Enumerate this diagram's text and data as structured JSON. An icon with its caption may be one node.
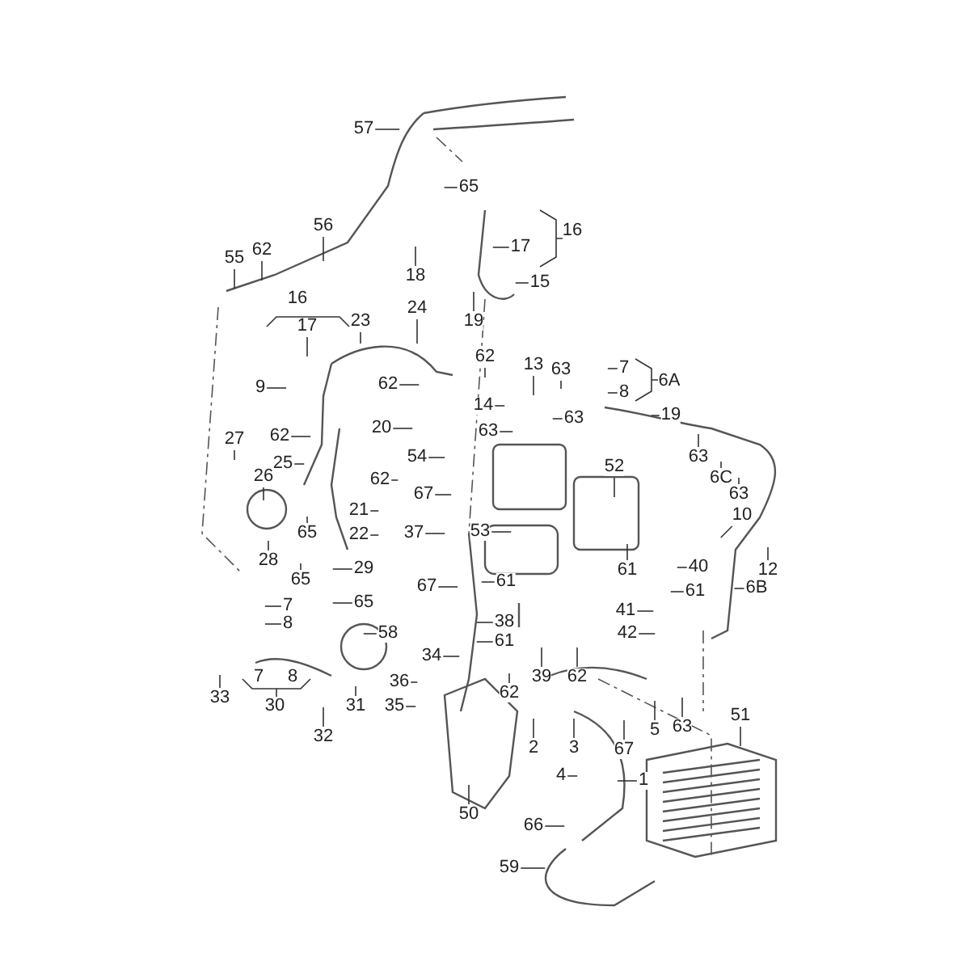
{
  "diagram": {
    "nodes": [
      {
        "text": [
          "57"
        ]
      },
      {
        "text": [
          "65"
        ]
      },
      {
        "text": [
          "17"
        ]
      },
      {
        "text": [
          "18"
        ]
      },
      {
        "text": [
          "15"
        ]
      },
      {
        "text": [
          "56"
        ]
      },
      {
        "text": [
          "55"
        ]
      },
      {
        "text": [
          "62"
        ]
      },
      {
        "text": [
          "19"
        ]
      },
      {
        "text": [
          "23"
        ]
      },
      {
        "text": [
          "24"
        ]
      },
      {
        "text": [
          "17"
        ]
      },
      {
        "text": [
          "13"
        ]
      },
      {
        "text": [
          "63"
        ]
      },
      {
        "text": [
          "7"
        ]
      },
      {
        "text": [
          "8"
        ]
      },
      {
        "text": [
          "62"
        ]
      },
      {
        "text": [
          "9"
        ]
      },
      {
        "text": [
          "62"
        ]
      },
      {
        "text": [
          "14"
        ]
      },
      {
        "text": [
          "63"
        ]
      },
      {
        "text": [
          "63"
        ]
      },
      {
        "text": [
          "19"
        ]
      },
      {
        "text": [
          "20"
        ]
      },
      {
        "text": [
          "62"
        ]
      },
      {
        "text": [
          "27"
        ]
      },
      {
        "text": [
          "25"
        ]
      },
      {
        "text": [
          "26"
        ]
      },
      {
        "text": [
          "62"
        ]
      },
      {
        "text": [
          "54"
        ]
      },
      {
        "text": [
          "63"
        ]
      },
      {
        "text": [
          "6C"
        ]
      },
      {
        "text": [
          "63"
        ]
      },
      {
        "text": [
          "52"
        ]
      },
      {
        "text": [
          "67"
        ]
      },
      {
        "text": [
          "21"
        ]
      },
      {
        "text": [
          "10"
        ]
      },
      {
        "text": [
          "22"
        ]
      },
      {
        "text": [
          "37"
        ]
      },
      {
        "text": [
          "53"
        ]
      },
      {
        "text": [
          "65"
        ]
      },
      {
        "text": [
          "28"
        ]
      },
      {
        "text": [
          "12"
        ]
      },
      {
        "text": [
          "40"
        ]
      },
      {
        "text": [
          "29"
        ]
      },
      {
        "text": [
          "65"
        ]
      },
      {
        "text": [
          "61"
        ]
      },
      {
        "text": [
          "61"
        ]
      },
      {
        "text": [
          "67"
        ]
      },
      {
        "text": [
          "6B"
        ]
      },
      {
        "text": [
          "61"
        ]
      },
      {
        "text": [
          "65"
        ]
      },
      {
        "text": [
          "7"
        ]
      },
      {
        "text": [
          "41"
        ]
      },
      {
        "text": [
          "38"
        ]
      },
      {
        "text": [
          "8"
        ]
      },
      {
        "text": [
          "58"
        ]
      },
      {
        "text": [
          "42"
        ]
      },
      {
        "text": [
          "61"
        ]
      },
      {
        "text": [
          "34"
        ]
      },
      {
        "text": [
          "39"
        ]
      },
      {
        "text": [
          "62"
        ]
      },
      {
        "text": [
          "36"
        ]
      },
      {
        "text": [
          "62"
        ]
      },
      {
        "text": [
          "33"
        ]
      },
      {
        "text": [
          "31"
        ]
      },
      {
        "text": [
          "35"
        ]
      },
      {
        "text": [
          "51"
        ]
      },
      {
        "text": [
          "63"
        ]
      },
      {
        "text": [
          "5"
        ]
      },
      {
        "text": [
          "32"
        ]
      },
      {
        "text": [
          "2"
        ]
      },
      {
        "text": [
          "3"
        ]
      },
      {
        "text": [
          "67"
        ]
      },
      {
        "text": [
          "4"
        ]
      },
      {
        "text": [
          "1"
        ]
      },
      {
        "text": [
          "50"
        ]
      },
      {
        "text": [
          "66"
        ]
      },
      {
        "text": [
          "59"
        ]
      }
    ],
    "edges": [
      {
        "from": 0,
        "to": null,
        "arrow": "none"
      },
      {
        "from": 1,
        "to": null,
        "arrow": "none"
      },
      {
        "from": 2,
        "to": null,
        "arrow": "none"
      },
      {
        "from": 3,
        "to": null,
        "arrow": "none"
      },
      {
        "from": 4,
        "to": null,
        "arrow": "none"
      },
      {
        "from": 5,
        "to": null,
        "arrow": "none"
      },
      {
        "from": 6,
        "to": null,
        "arrow": "none"
      },
      {
        "from": 7,
        "to": null,
        "arrow": "none"
      },
      {
        "from": 8,
        "to": null,
        "arrow": "none"
      },
      {
        "from": 9,
        "to": null,
        "arrow": "none"
      },
      {
        "from": 10,
        "to": null,
        "arrow": "none"
      },
      {
        "from": 11,
        "to": null,
        "arrow": "none"
      },
      {
        "from": 12,
        "to": null,
        "arrow": "none"
      },
      {
        "from": 13,
        "to": null,
        "arrow": "none"
      },
      {
        "from": 14,
        "to": null,
        "arrow": "none"
      },
      {
        "from": 15,
        "to": null,
        "arrow": "none"
      },
      {
        "from": 16,
        "to": null,
        "arrow": "none"
      },
      {
        "from": 17,
        "to": null,
        "arrow": "none"
      },
      {
        "from": 18,
        "to": null,
        "arrow": "none"
      },
      {
        "from": 19,
        "to": null,
        "arrow": "none"
      },
      {
        "from": 20,
        "to": null,
        "arrow": "none"
      },
      {
        "from": 21,
        "to": null,
        "arrow": "none"
      },
      {
        "from": 22,
        "to": null,
        "arrow": "none"
      },
      {
        "from": 23,
        "to": null,
        "arrow": "none"
      },
      {
        "from": 24,
        "to": null,
        "arrow": "none"
      },
      {
        "from": 25,
        "to": null,
        "arrow": "none"
      },
      {
        "from": 26,
        "to": null,
        "arrow": "none"
      },
      {
        "from": 27,
        "to": null,
        "arrow": "none"
      },
      {
        "from": 28,
        "to": null,
        "arrow": "none"
      },
      {
        "from": 29,
        "to": null,
        "arrow": "none"
      },
      {
        "from": 30,
        "to": null,
        "arrow": "none"
      },
      {
        "from": 31,
        "to": null,
        "arrow": "none"
      },
      {
        "from": 32,
        "to": null,
        "arrow": "none"
      },
      {
        "from": 33,
        "to": null,
        "arrow": "none"
      },
      {
        "from": 34,
        "to": null,
        "arrow": "none"
      },
      {
        "from": 35,
        "to": null,
        "arrow": "none"
      },
      {
        "from": 36,
        "to": null,
        "arrow": "none"
      },
      {
        "from": 37,
        "to": null,
        "arrow": "none"
      },
      {
        "from": 38,
        "to": null,
        "arrow": "none"
      },
      {
        "from": 39,
        "to": null,
        "arrow": "none"
      },
      {
        "from": 40,
        "to": null,
        "arrow": "none"
      },
      {
        "from": 41,
        "to": null,
        "arrow": "none"
      },
      {
        "from": 42,
        "to": null,
        "arrow": "none"
      },
      {
        "from": 43,
        "to": null,
        "arrow": "none"
      },
      {
        "from": 44,
        "to": null,
        "arrow": "none"
      },
      {
        "from": 45,
        "to": null,
        "arrow": "none"
      },
      {
        "from": 46,
        "to": null,
        "arrow": "none"
      },
      {
        "from": 47,
        "to": null,
        "arrow": "none"
      },
      {
        "from": 48,
        "to": null,
        "arrow": "none"
      },
      {
        "from": 49,
        "to": null,
        "arrow": "none"
      },
      {
        "from": 50,
        "to": null,
        "arrow": "none"
      },
      {
        "from": 51,
        "to": null,
        "arrow": "none"
      },
      {
        "from": 52,
        "to": null,
        "arrow": "none"
      },
      {
        "from": 53,
        "to": null,
        "arrow": "none"
      },
      {
        "from": 54,
        "to": null,
        "arrow": "none"
      },
      {
        "from": 55,
        "to": null,
        "arrow": "none"
      },
      {
        "from": 56,
        "to": null,
        "arrow": "none"
      },
      {
        "from": 57,
        "to": null,
        "arrow": "none"
      },
      {
        "from": 58,
        "to": null,
        "arrow": "none"
      },
      {
        "from": 59,
        "to": null,
        "arrow": "none"
      },
      {
        "from": 60,
        "to": null,
        "arrow": "none"
      },
      {
        "from": 61,
        "to": null,
        "arrow": "none"
      },
      {
        "from": 62,
        "to": null,
        "arrow": "none"
      },
      {
        "from": 63,
        "to": null,
        "arrow": "none"
      },
      {
        "from": 64,
        "to": null,
        "arrow": "none"
      },
      {
        "from": 65,
        "to": null,
        "arrow": "none"
      },
      {
        "from": 66,
        "to": null,
        "arrow": "none"
      },
      {
        "from": 67,
        "to": null,
        "arrow": "none"
      },
      {
        "from": 68,
        "to": null,
        "arrow": "none"
      },
      {
        "from": 69,
        "to": null,
        "arrow": "none"
      },
      {
        "from": 70,
        "to": null,
        "arrow": "none"
      },
      {
        "from": 71,
        "to": null,
        "arrow": "none"
      },
      {
        "from": 72,
        "to": null,
        "arrow": "none"
      },
      {
        "from": 73,
        "to": null,
        "arrow": "none"
      },
      {
        "from": 74,
        "to": null,
        "arrow": "none"
      },
      {
        "from": 75,
        "to": null,
        "arrow": "none"
      },
      {
        "from": 76,
        "to": null,
        "arrow": "none"
      },
      {
        "from": 77,
        "to": null,
        "arrow": "none"
      },
      {
        "from": 78,
        "to": null,
        "arrow": "none"
      }
    ],
    "labels": [
      "16",
      "16",
      "6A",
      "7",
      "8",
      "30"
    ]
  }
}
